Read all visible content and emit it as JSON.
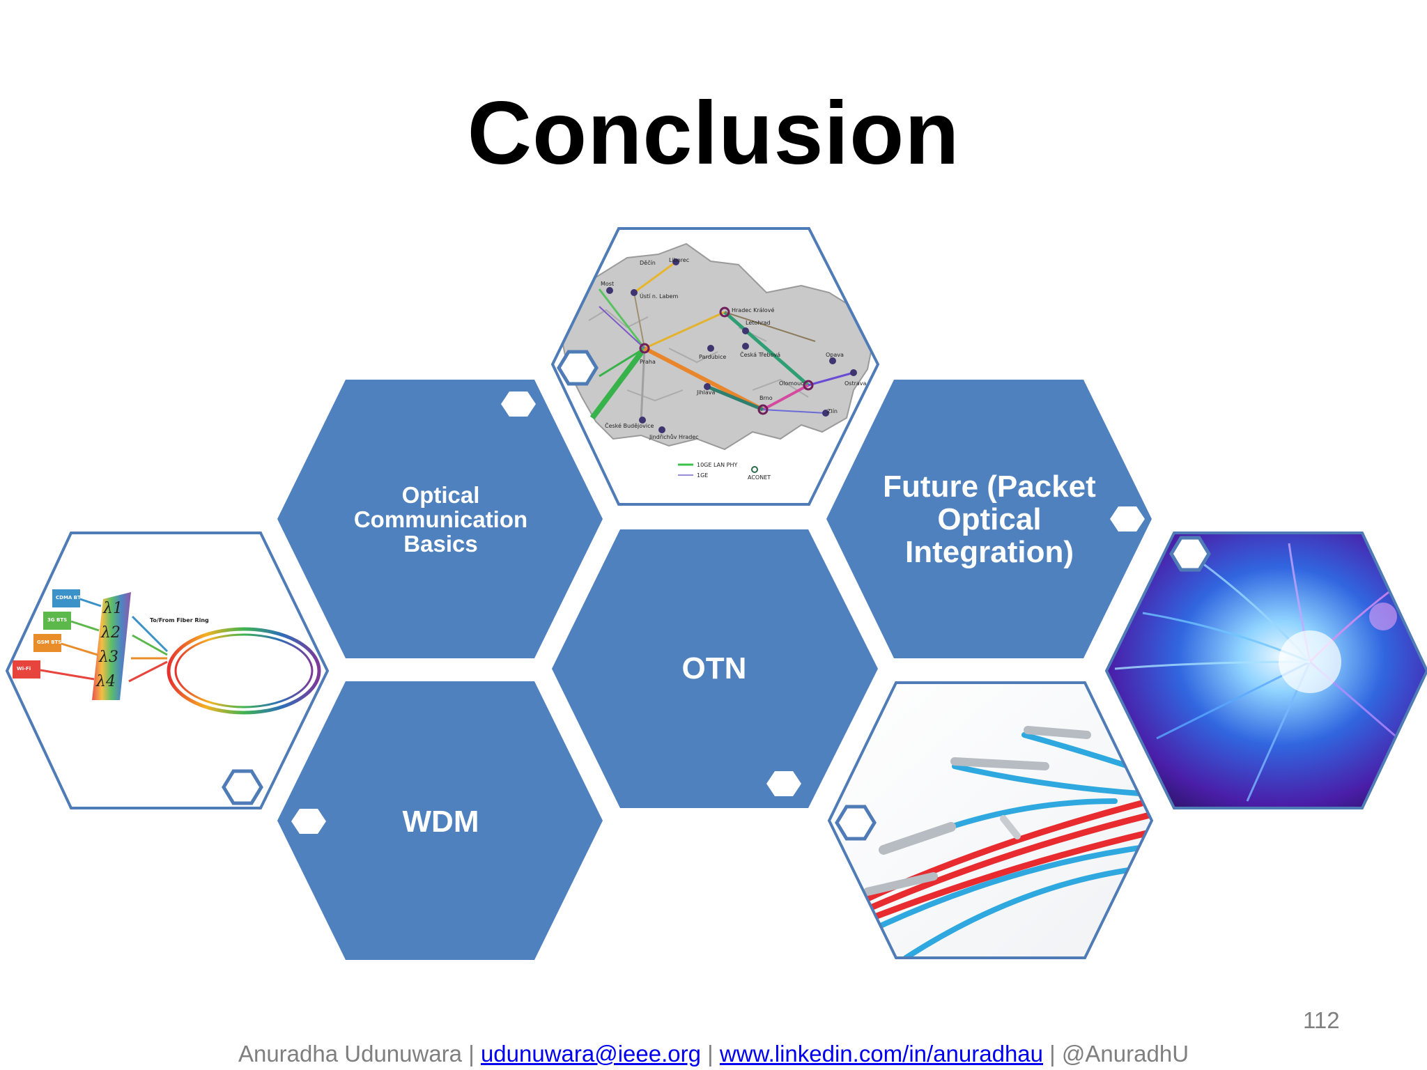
{
  "slide": {
    "title": "Conclusion",
    "page_number": "112"
  },
  "hexagons": {
    "optical_basics": "Optical Communication Basics",
    "future": "Future (Packet Optical Integration)",
    "otn": "OTN",
    "wdm": "WDM"
  },
  "map_labels": [
    "Děčín",
    "Liberec",
    "Most",
    "Ústí n. Labem",
    "Hradec Králové",
    "Letohrad",
    "Praha",
    "Pardubice",
    "Česká Třebová",
    "Olomouc",
    "Opava",
    "Ostrava",
    "Jihlava",
    "Brno",
    "Zlín",
    "České Budějovice",
    "Jindřichův Hradec",
    "ACONET"
  ],
  "map_legend": [
    "10GE LAN PHY",
    "1GE"
  ],
  "wdm_labels": [
    "CDMA BTS",
    "3G BTS",
    "GSM BTS",
    "Wi-Fi"
  ],
  "wdm_lambdas": [
    "λ1",
    "λ2",
    "λ3",
    "λ4"
  ],
  "wdm_ring_label": "To/From Fiber Ring",
  "footer": {
    "author": "Anuradha Udunuwara | ",
    "email": "udunuwara@ieee.org",
    "sep1": " | ",
    "linkedin": "www.linkedin.com/in/anuradhau",
    "sep2": " | @AnuradhU"
  },
  "colors": {
    "hex_blue": "#5081bf",
    "hex_border": "#4f7cb6"
  }
}
